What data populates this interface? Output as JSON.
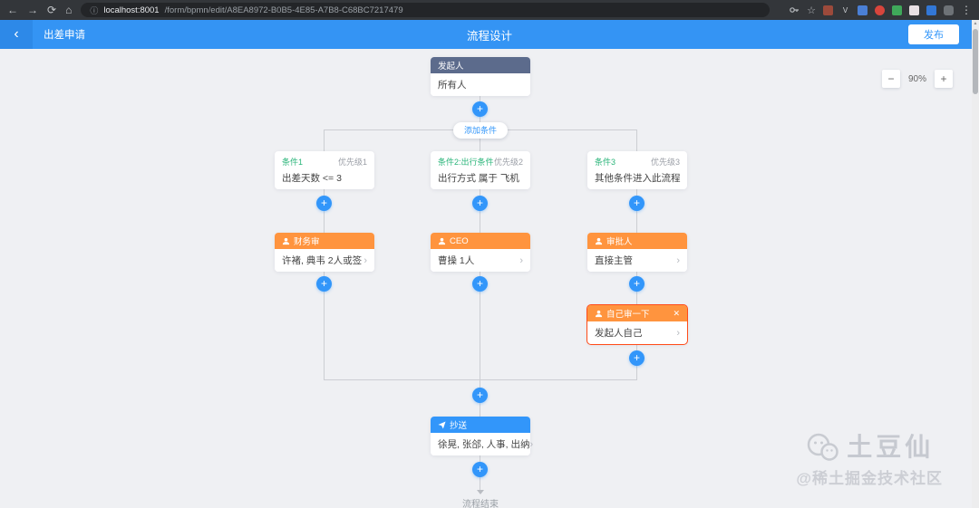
{
  "browser": {
    "url_host": "localhost:8001",
    "url_path": "/form/bpmn/edit/A8EA8972-B0B5-4E85-A7B8-C68BC7217479"
  },
  "header": {
    "back_title": "出差申请",
    "title": "流程设计",
    "publish_label": "发布"
  },
  "toolbar": {
    "zoom_level": "90%"
  },
  "flow": {
    "start": {
      "header": "发起人",
      "body": "所有人"
    },
    "add_condition_label": "添加条件",
    "branches": [
      {
        "cond_label": "条件1",
        "priority": "优先级1",
        "cond_body": "出差天数 <= 3",
        "node_header": "财务审",
        "node_body": "许褚, 典韦 2人或签"
      },
      {
        "cond_label": "条件2:出行条件",
        "priority": "优先级2",
        "cond_body": "出行方式 属于 飞机",
        "node_header": "CEO",
        "node_body": "曹操 1人"
      },
      {
        "cond_label": "条件3",
        "priority": "优先级3",
        "cond_body": "其他条件进入此流程",
        "node_header": "审批人",
        "node_body": "直接主管"
      }
    ],
    "self_node": {
      "header": "自己审一下",
      "body": "发起人自己"
    },
    "cc_node": {
      "header": "抄送",
      "body": "徐晃, 张郃, 人事, 出纳"
    },
    "end_label": "流程结束"
  },
  "watermark": {
    "line1": "土豆仙",
    "line2": "@稀土掘金技术社区"
  },
  "colors": {
    "accent": "#3296fa",
    "approver_orange": "#ff943e",
    "condition_green": "#2bb57a",
    "start_slate": "#5c6b8c",
    "selected_border": "#ff4b18",
    "header_blue": "#3494f4"
  },
  "icons": {
    "plus": "+",
    "minus": "−",
    "chevron_right": "›",
    "back": "‹",
    "close": "✕",
    "browser_back": "←",
    "browser_forward": "→",
    "reload": "⟳",
    "home": "⌂",
    "info": "ⓘ",
    "star": "☆",
    "menu": "⋮",
    "ext_v": "V",
    "up_arrow": "▲"
  }
}
